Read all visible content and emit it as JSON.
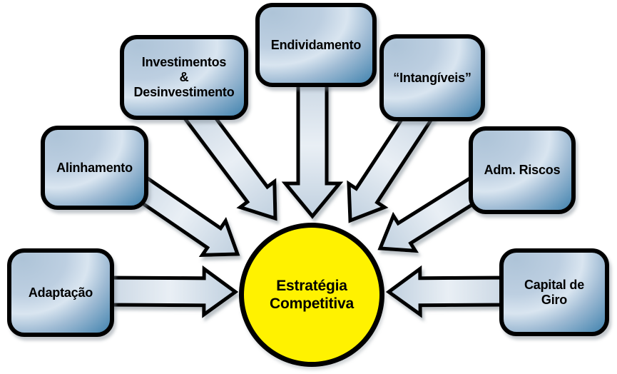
{
  "diagram": {
    "center": {
      "label": "Estratégia\nCompetitiva",
      "fill_color": "#FFF200"
    },
    "nodes": [
      {
        "id": "adaptacao",
        "label": "Adaptação"
      },
      {
        "id": "alinhamento",
        "label": "Alinhamento"
      },
      {
        "id": "investimentos",
        "label": "Investimentos\n&\nDesinvestimento"
      },
      {
        "id": "endividamento",
        "label": "Endividamento"
      },
      {
        "id": "intangiveis",
        "label": "“Intangíveis”"
      },
      {
        "id": "adm-riscos",
        "label": "Adm. Riscos"
      },
      {
        "id": "capital-giro",
        "label": "Capital de\nGiro"
      }
    ],
    "colors": {
      "background": "#ffffff",
      "outline": "#000000",
      "node_base": "#aec4d8",
      "node_highlight": "#d9e5f0",
      "node_dark_corner": "#4d8ab3",
      "arrow_light": "#e9eff5",
      "arrow_base": "#c5d3e1",
      "center_fill": "#FFF200",
      "text": "#000000"
    }
  }
}
